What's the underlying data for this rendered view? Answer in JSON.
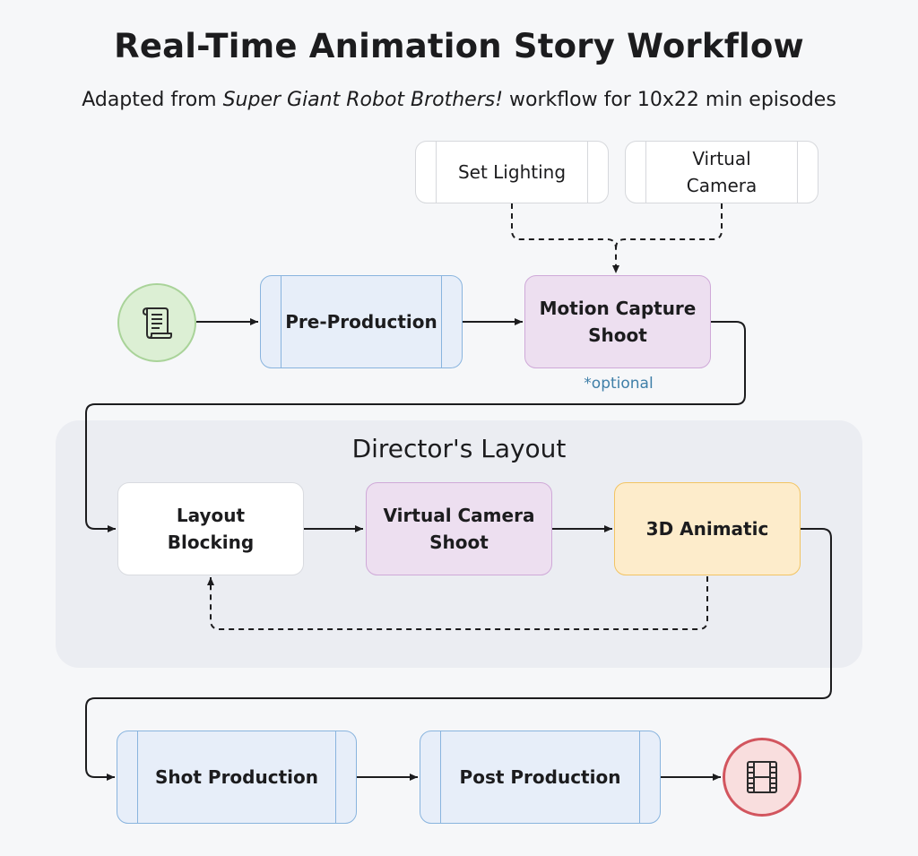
{
  "title": "Real-Time Animation Story Workflow",
  "subtitle": {
    "prefix": "Adapted from ",
    "italic": "Super Giant Robot Brothers!",
    "suffix": " workflow for 10x22 min episodes"
  },
  "group": {
    "label": "Director's Layout"
  },
  "nodes": {
    "script_icon": "script-scroll-icon",
    "set_lighting": "Set Lighting",
    "virtual_camera": "Virtual\nCamera",
    "pre_production": "Pre-Production",
    "motion_capture": "Motion Capture\nShoot",
    "motion_capture_note": "*optional",
    "layout_blocking": "Layout\nBlocking",
    "virtual_camera_shoot": "Virtual Camera\nShoot",
    "animatic_3d": "3D Animatic",
    "shot_production": "Shot Production",
    "post_production": "Post Production",
    "film_icon": "film-strip-icon"
  },
  "colors": {
    "process_fill": "#e7eef9",
    "process_border": "#89b4de",
    "capture_fill": "#eddff0",
    "animatic_fill": "#fdeccb",
    "start_fill": "#dcefd4",
    "end_border": "#d2555e",
    "note_text": "#3f7fa8"
  }
}
